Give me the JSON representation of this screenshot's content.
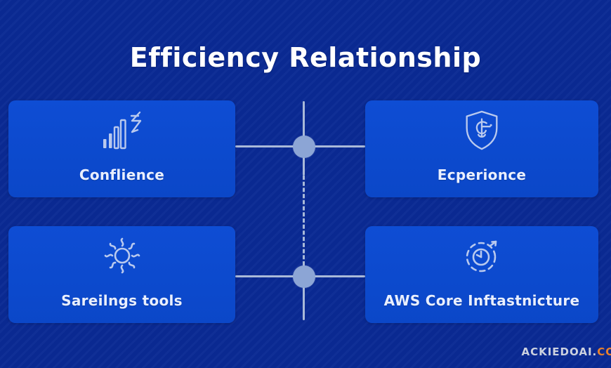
{
  "title": "Efficiency Relationship",
  "cards": [
    {
      "id": "confidence",
      "label": "Conflience",
      "icon": "bar-chart-dollar-icon"
    },
    {
      "id": "experience",
      "label": "Ecperionce",
      "icon": "shield-icon"
    },
    {
      "id": "savings-tools",
      "label": "Sareilngs tools",
      "icon": "gear-wave-icon"
    },
    {
      "id": "aws-core-infrastructure",
      "label": "AWS Core Inftastnicture",
      "icon": "gear-clock-icon"
    }
  ],
  "connector": {
    "nodes": 2,
    "style": "solid-then-dashed-vertical"
  },
  "watermark": {
    "gray": "ACKIEDOAI.",
    "orange": "CO"
  },
  "colors": {
    "background": "#0a2a94",
    "card": "#0c49cd",
    "title": "#ffffff",
    "label": "#e9efff",
    "connector_line": "#a9b9d8",
    "connector_node": "#8ca5d5",
    "icon": "#b9c9ee",
    "watermark_gray": "#cdd2df",
    "watermark_orange": "#e8812d"
  }
}
